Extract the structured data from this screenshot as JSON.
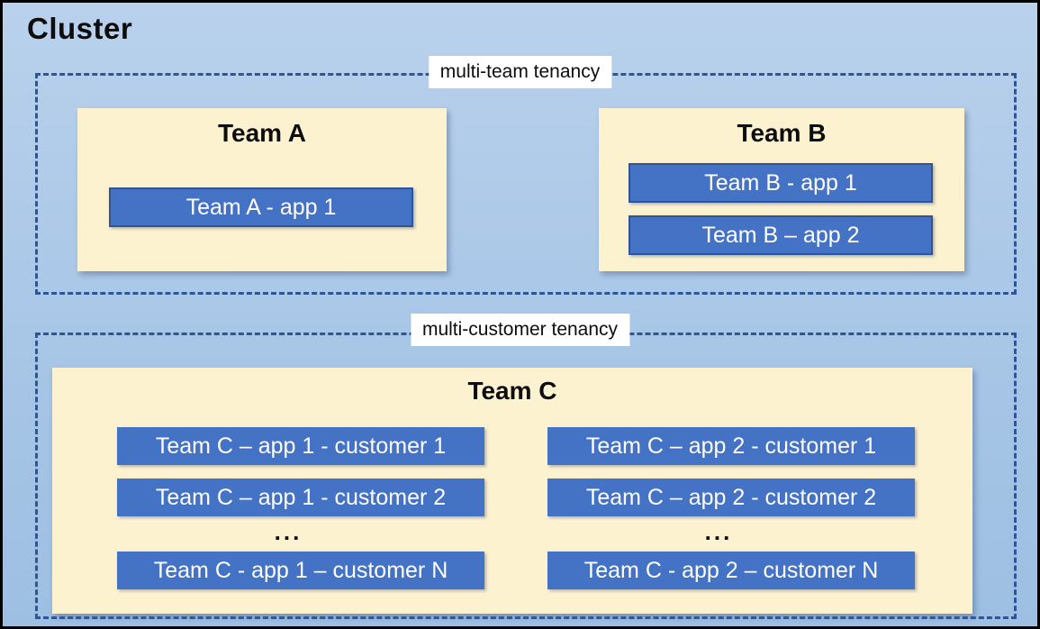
{
  "cluster": {
    "title": "Cluster"
  },
  "sections": [
    {
      "label": "multi-team tenancy"
    },
    {
      "label": "multi-customer tenancy"
    }
  ],
  "team_a": {
    "title": "Team A",
    "apps": [
      "Team A - app 1"
    ]
  },
  "team_b": {
    "title": "Team B",
    "apps": [
      "Team B - app 1",
      "Team B – app 2"
    ]
  },
  "team_c": {
    "title": "Team C",
    "columns": [
      {
        "rows": [
          "Team C – app 1 - customer 1",
          "Team C – app 1 - customer 2",
          "...",
          "Team C - app 1 – customer N"
        ]
      },
      {
        "rows": [
          "Team C – app 2 - customer 1",
          "Team C – app 2 - customer 2",
          "...",
          "Team C - app 2 – customer N"
        ]
      }
    ]
  },
  "colors": {
    "background_top": "#b9d1ec",
    "background_bottom": "#9dbfe2",
    "panel_fill": "#fdf2d0",
    "app_fill": "#4472c4",
    "app_border": "#2f5597",
    "dashed_border": "#2e5597",
    "label_background": "#ffffff",
    "title_text": "#0d0d0d",
    "app_text": "#ffffff"
  }
}
